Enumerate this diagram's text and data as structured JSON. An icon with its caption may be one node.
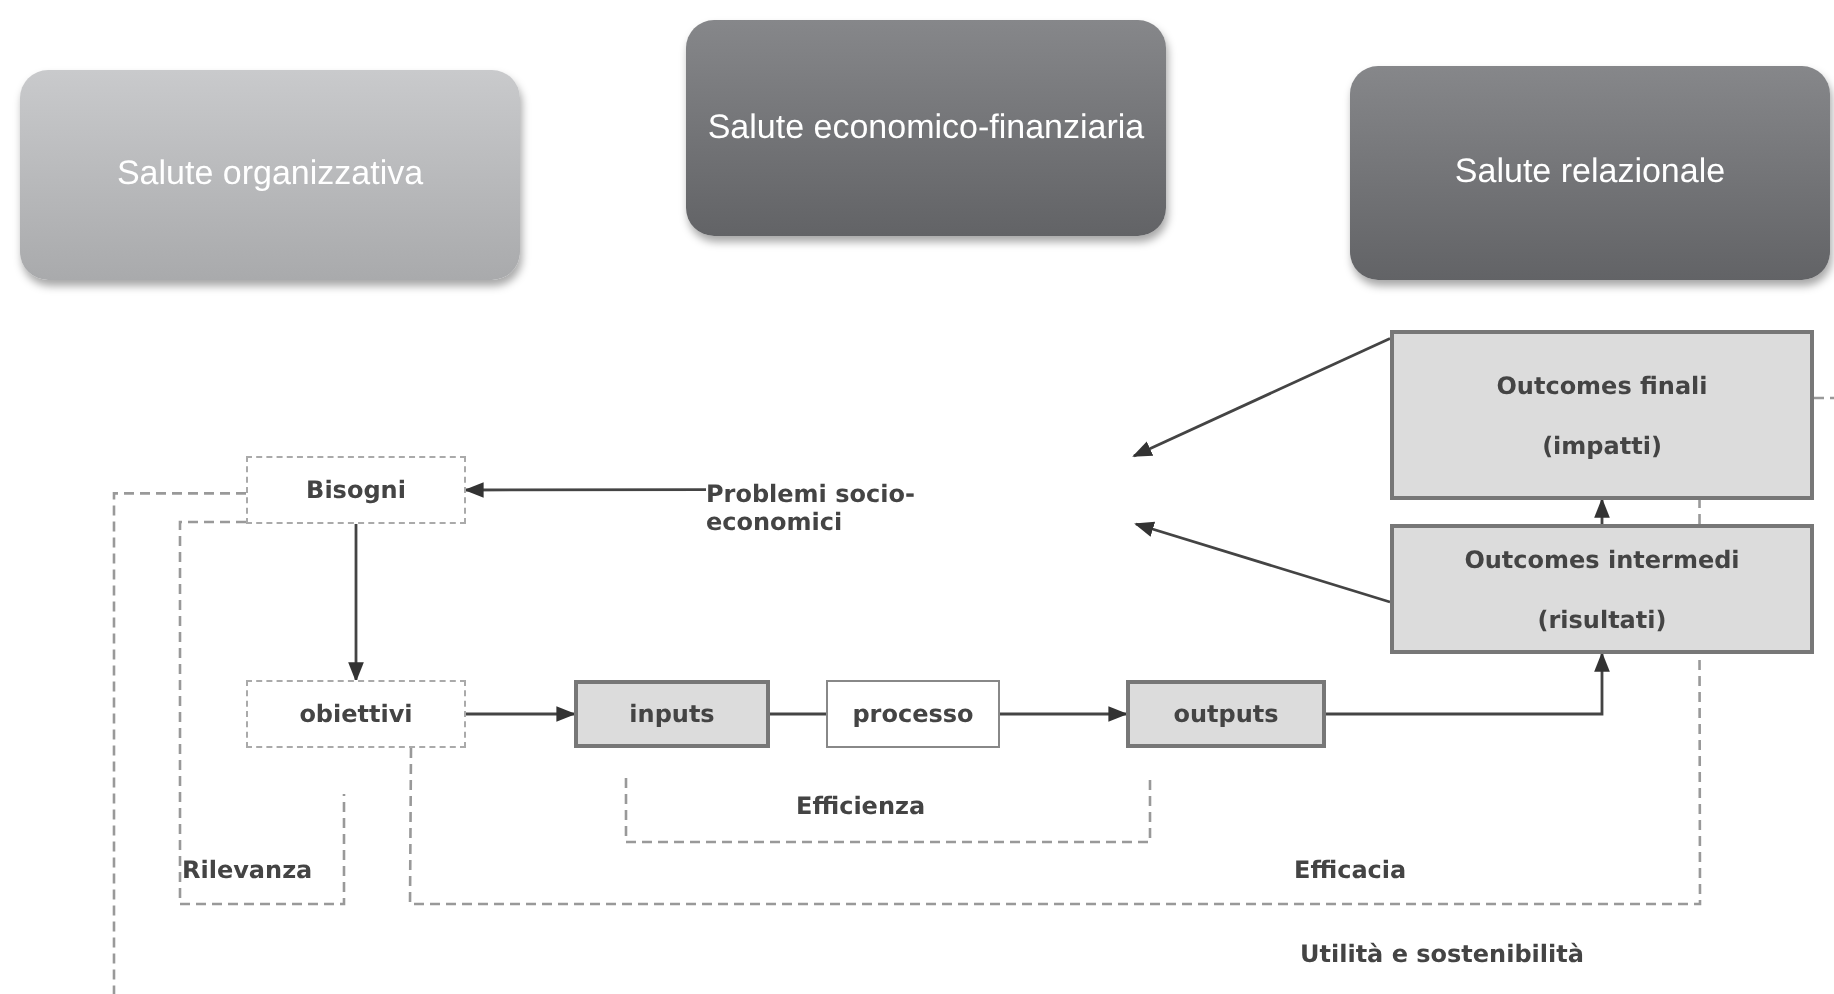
{
  "diagram": {
    "nodes": [
      {
        "text": [
          "Salute organizzativa"
        ]
      },
      {
        "text": [
          "Salute economico-finanziaria"
        ]
      },
      {
        "text": [
          "Salute relazionale"
        ]
      },
      {
        "text": [
          "Outcomes finali (impatti)"
        ]
      },
      {
        "text": [
          "Bisogni"
        ]
      },
      {
        "text": [
          "Problemi socio-economici"
        ]
      },
      {
        "text": [
          "Outcomes intermedi (risultati)"
        ]
      },
      {
        "text": [
          "obiettivi"
        ]
      },
      {
        "text": [
          "inputs"
        ]
      },
      {
        "text": [
          "processo"
        ]
      },
      {
        "text": [
          "outputs"
        ]
      }
    ],
    "edges": [
      {
        "from": 5,
        "to": 4,
        "arrow": "to"
      },
      {
        "from": 4,
        "to": 7,
        "arrow": "to"
      },
      {
        "from": 7,
        "to": 8,
        "arrow": "to"
      },
      {
        "from": 8,
        "to": 9,
        "arrow": "none"
      },
      {
        "from": 9,
        "to": 10,
        "arrow": "to"
      },
      {
        "from": 10,
        "to": 6,
        "arrow": "to"
      },
      {
        "from": 6,
        "to": 3,
        "arrow": "to"
      },
      {
        "from": 3,
        "to": null,
        "arrow": "to"
      },
      {
        "from": 6,
        "to": null,
        "arrow": "to"
      },
      {
        "from": 7,
        "to": 6,
        "arrow": "none",
        "style": "dashed",
        "label": "Efficacia"
      },
      {
        "from": 6,
        "to": 3,
        "arrow": "none",
        "style": "dashed"
      },
      {
        "from": 4,
        "to": null,
        "arrow": "none",
        "style": "dashed"
      },
      {
        "from": 4,
        "to": null,
        "arrow": "none",
        "style": "dashed"
      },
      {
        "from": 3,
        "to": null,
        "arrow": "none",
        "style": "dashed"
      }
    ],
    "labels": [
      "Efficienza",
      "Rilevanza",
      "Utilità e sostenibilità"
    ]
  }
}
